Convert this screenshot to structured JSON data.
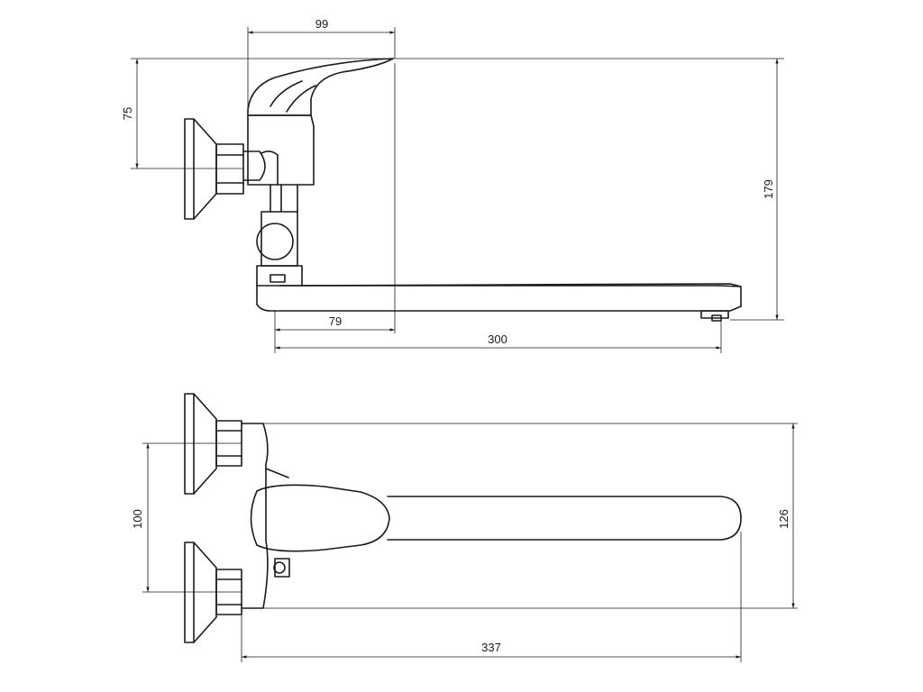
{
  "side_view": {
    "dim_handle_width": "99",
    "dim_handle_height": "75",
    "dim_total_height": "179",
    "dim_body_offset": "79",
    "dim_spout_length": "300"
  },
  "top_view": {
    "dim_inlet_spacing": "100",
    "dim_total_width": "126",
    "dim_total_length": "337"
  }
}
